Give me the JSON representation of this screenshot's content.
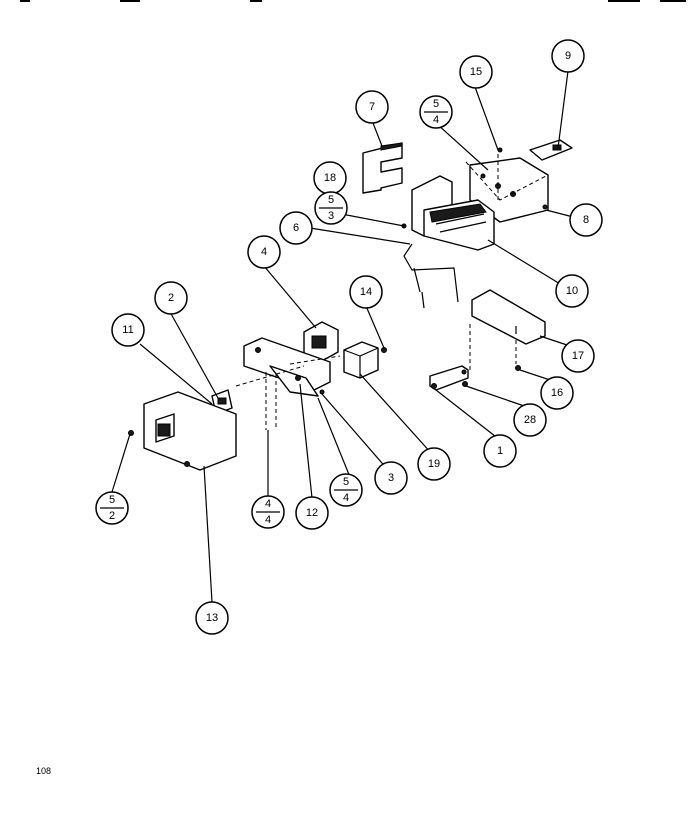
{
  "callouts": {
    "c1": "1",
    "c2": "2",
    "c3": "3",
    "c4": "4",
    "c6": "6",
    "c7": "7",
    "c8": "8",
    "c9": "9",
    "c10": "10",
    "c11": "11",
    "c12": "12",
    "c13": "13",
    "c14": "14",
    "c15": "15",
    "c16": "16",
    "c17": "17",
    "c18": "18",
    "c19": "19",
    "c28": "28",
    "f53_top": "5",
    "f53_bot": "3",
    "f54a_top": "5",
    "f54a_bot": "4",
    "f54b_top": "5",
    "f54b_bot": "4",
    "f44_top": "4",
    "f44_bot": "4",
    "f52_top": "5",
    "f52_bot": "2"
  },
  "page_number": "108"
}
